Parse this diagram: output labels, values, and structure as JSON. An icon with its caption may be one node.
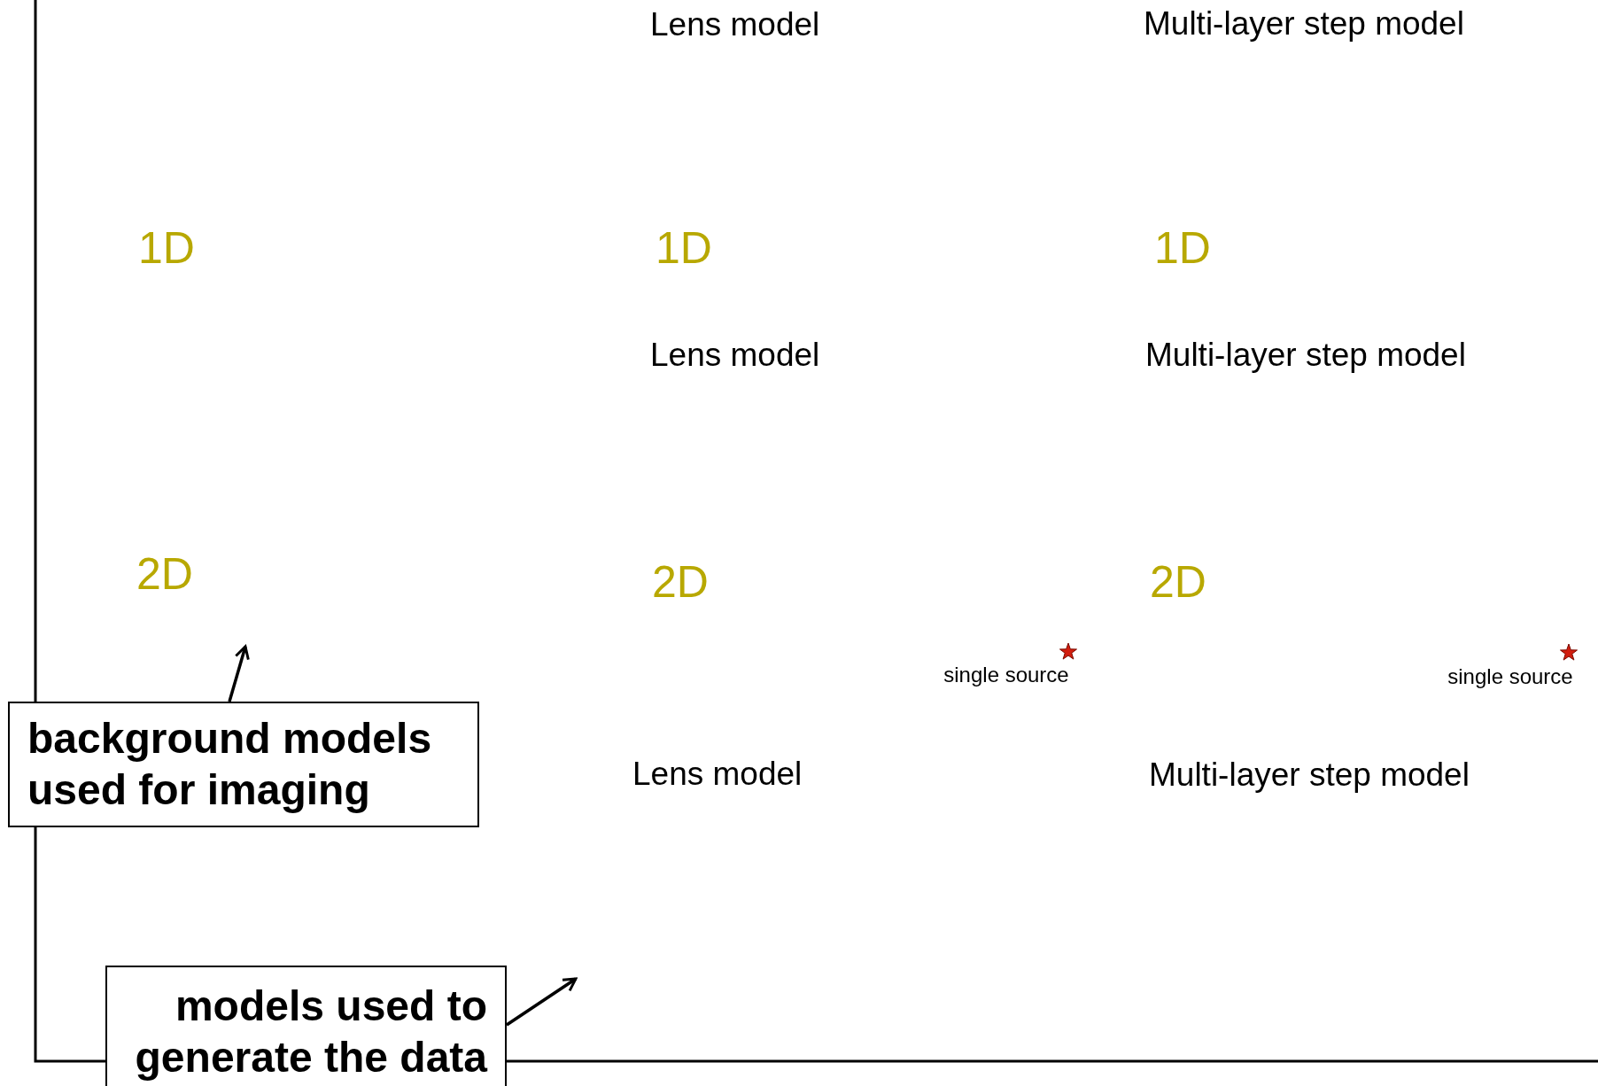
{
  "diagram": {
    "nodes": [
      {
        "text": [
          "background models used for imaging"
        ]
      },
      {
        "text": [
          "models used to generate the data"
        ]
      }
    ],
    "edges": [
      {
        "from": 0,
        "to": null,
        "arrow": "to"
      },
      {
        "from": 1,
        "to": null,
        "arrow": "to"
      }
    ],
    "labels": [
      "Lens model",
      "Multi-layer step model",
      "1D",
      "1D",
      "1D",
      "Lens model",
      "Multi-layer step model",
      "2D",
      "2D",
      "2D",
      "single source",
      "single source",
      "Lens model",
      "Multi-layer step model"
    ]
  }
}
